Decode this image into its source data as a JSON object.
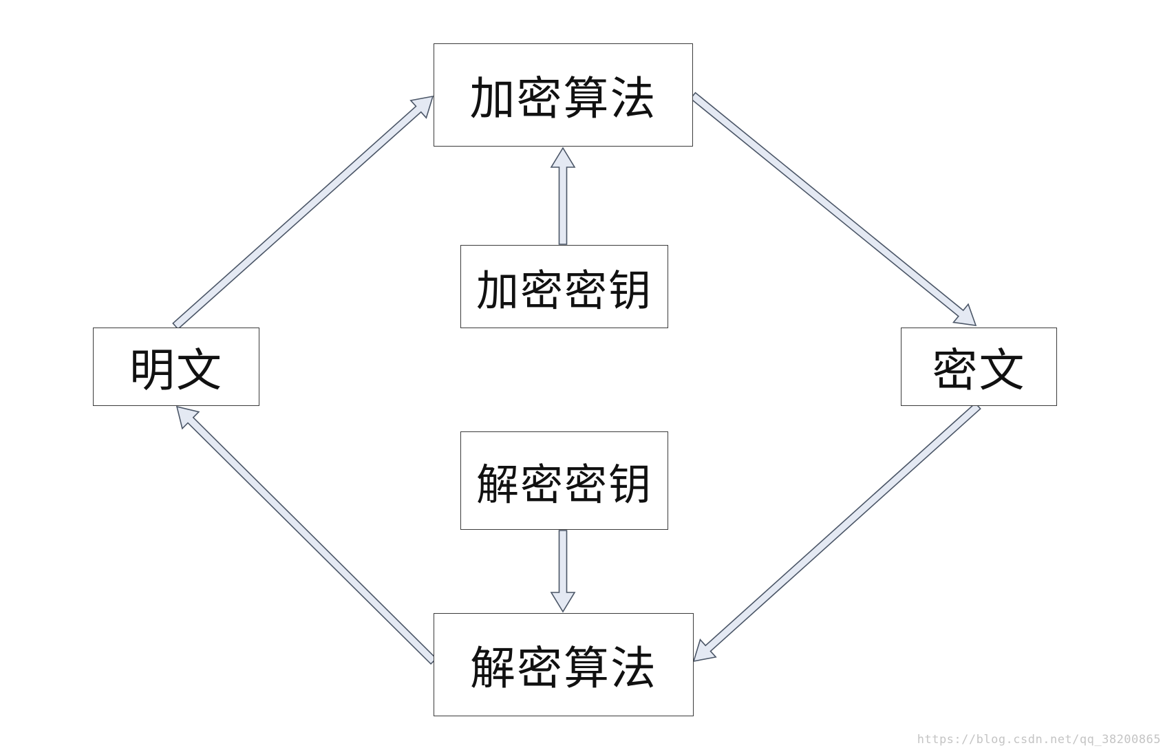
{
  "nodes": {
    "encrypt_algorithm": "加密算法",
    "encrypt_key": "加密密钥",
    "plaintext": "明文",
    "ciphertext": "密文",
    "decrypt_key": "解密密钥",
    "decrypt_algorithm": "解密算法"
  },
  "edges": [
    {
      "from": "plaintext",
      "to": "encrypt_algorithm"
    },
    {
      "from": "encrypt_key",
      "to": "encrypt_algorithm"
    },
    {
      "from": "encrypt_algorithm",
      "to": "ciphertext"
    },
    {
      "from": "ciphertext",
      "to": "decrypt_algorithm"
    },
    {
      "from": "decrypt_key",
      "to": "decrypt_algorithm"
    },
    {
      "from": "decrypt_algorithm",
      "to": "plaintext"
    }
  ],
  "watermark": "https://blog.csdn.net/qq_38200865",
  "colors": {
    "arrow_fill": "#e4e9f3",
    "arrow_stroke": "#4a5566",
    "box_border": "#3a3a3a",
    "text": "#111111"
  }
}
